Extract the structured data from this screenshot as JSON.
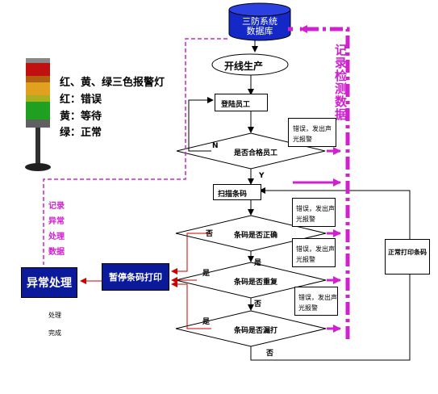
{
  "database": {
    "label_line1": "三防系统",
    "label_line2": "数据库"
  },
  "side_label": "记录检测数据",
  "start": "开线生产",
  "steps": {
    "login": "登陆员工",
    "check_operator": "是否合格员工",
    "scan": "扫描条码",
    "check_correct": "条码是否正确",
    "check_duplicate": "条码是否重复",
    "check_missing": "条码是否漏打",
    "pause_print": "暂停条码打印",
    "exception": "异常处理",
    "normal_print": "正常打印条码",
    "done_line1": "处理",
    "done_line2": "完成"
  },
  "labels": {
    "N": "N",
    "Y": "Y",
    "no": "否",
    "yes": "是"
  },
  "alarm_note": {
    "line1": "错误，发出声",
    "line2": "光报警"
  },
  "tower_light": {
    "title": "红、黄、绿三色报警灯",
    "red": "红：错误",
    "yellow": "黄：等待",
    "green": "绿：正常"
  },
  "exception_note": [
    "记录",
    "异常",
    "处理",
    "数据"
  ],
  "colors": {
    "pink": "#d020d0",
    "red": "#cc0000",
    "blue": "#0a1a9a",
    "db_blue": "#1428c8"
  }
}
